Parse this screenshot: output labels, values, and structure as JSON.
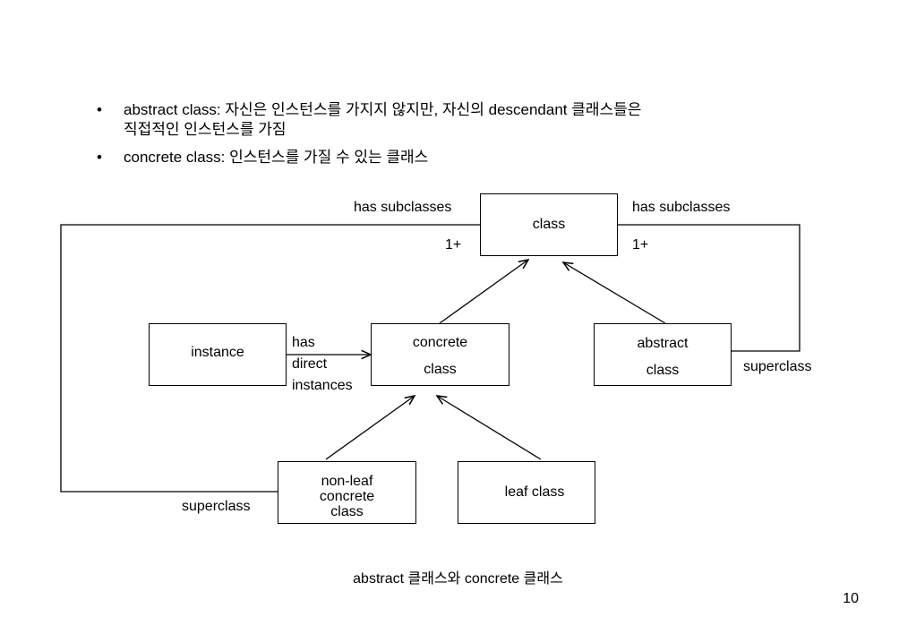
{
  "bullets": [
    {
      "marker": "•",
      "term": "abstract class:",
      "text_a": " 자신은 인스턴스를 가지지 않지만, 자신의 ",
      "word": "descendant",
      "text_b": " 클래스들은",
      "text_c": "직접적인 인스턴스를 가짐"
    },
    {
      "marker": "•",
      "term": "concrete class:",
      "text_a": " 인스턴스를 가질 수 있는 클래스"
    }
  ],
  "diagram": {
    "class_box": "class",
    "instance_box": "instance",
    "concrete_box": {
      "line1": "concrete",
      "line2": "class"
    },
    "abstract_box": {
      "line1": "abstract",
      "line2": "class"
    },
    "nonleaf_box": {
      "line1": "non-leaf",
      "line2": "concrete",
      "line3": "class"
    },
    "leaf_box": "leaf class",
    "has_subclasses_left": "has subclasses",
    "has_subclasses_right": "has subclasses",
    "mult_left": "1+",
    "mult_right": "1+",
    "has_direct_instances": {
      "line1": "has",
      "line2": "direct",
      "line3": "instances"
    },
    "superclass_right": "superclass",
    "superclass_left": "superclass"
  },
  "caption": "abstract 클래스와 concrete 클래스",
  "page_number": "10"
}
